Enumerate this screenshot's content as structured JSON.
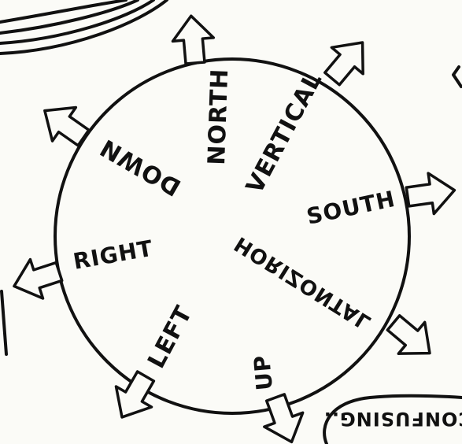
{
  "labels": {
    "north": "NORTH",
    "down": "DOWN",
    "vertical": "VERTICAL",
    "south": "SOUTH",
    "right": "RIGHT",
    "horizontal": "HORIZONTAL",
    "left": "LEFT",
    "up": "UP"
  },
  "speech_fragment": "CONFUSING..",
  "colors": {
    "ink": "#111111",
    "paper": "#fbfbf7"
  }
}
